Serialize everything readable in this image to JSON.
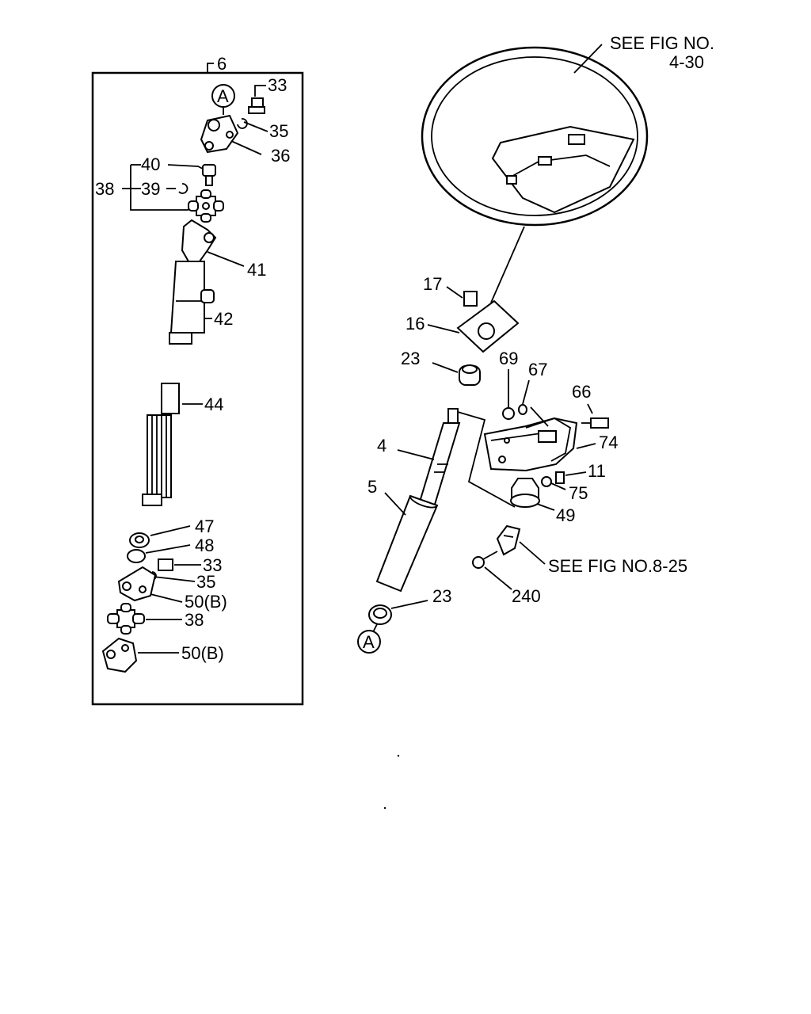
{
  "labels": {
    "l6": "6",
    "l33a": "33",
    "lA_top": "A",
    "l35a": "35",
    "l36": "36",
    "l40": "40",
    "l38a": "38",
    "l39": "39",
    "l41": "41",
    "l42": "42",
    "l44": "44",
    "l47": "47",
    "l48": "48",
    "l33b": "33",
    "l35b": "35",
    "l50b1": "50(B)",
    "l38b": "38",
    "l50b2": "50(B)",
    "see_fig_1": "SEE FIG NO.",
    "see_fig_1b": "4-30",
    "l17": "17",
    "l16": "16",
    "l23a": "23",
    "l69": "69",
    "l67": "67",
    "l66": "66",
    "l74": "74",
    "l4": "4",
    "l11": "11",
    "l75": "75",
    "l5": "5",
    "l49": "49",
    "see_fig_2": "SEE FIG NO.8-25",
    "l240": "240",
    "l23b": "23",
    "lA_bottom": "A"
  }
}
